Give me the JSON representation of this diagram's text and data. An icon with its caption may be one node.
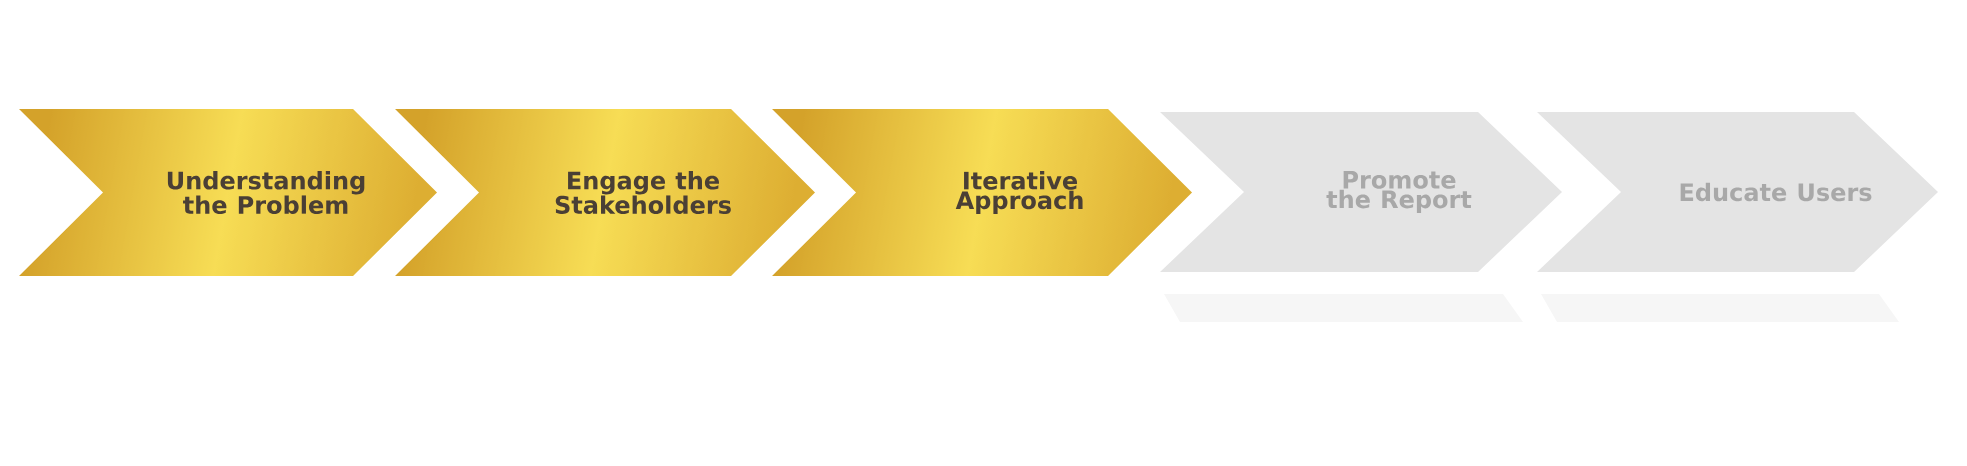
{
  "diagram": {
    "nodes": [
      {
        "text": [
          "Understanding the Problem"
        ]
      },
      {
        "text": [
          "Engage the Stakeholders"
        ]
      },
      {
        "text": [
          "Iterative Approach"
        ]
      },
      {
        "text": [
          "Promote the Report"
        ]
      },
      {
        "text": [
          "Educate Users"
        ]
      }
    ]
  }
}
